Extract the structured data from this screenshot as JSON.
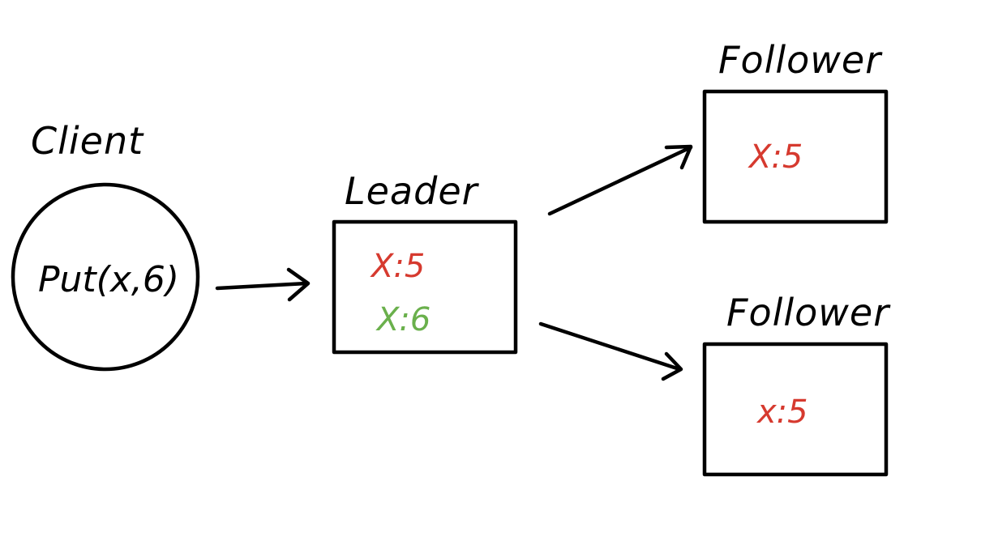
{
  "colors": {
    "ink": "#000000",
    "old_value": "#d63a2f",
    "new_value": "#6ab04c",
    "background": "#ffffff"
  },
  "client": {
    "label": "Client",
    "request": "Put(x,6)"
  },
  "leader": {
    "label": "Leader",
    "values": [
      {
        "text": "X:5",
        "state": "old"
      },
      {
        "text": "X:6",
        "state": "new"
      }
    ]
  },
  "followers": [
    {
      "label": "Follower",
      "values": [
        {
          "text": "X:5",
          "state": "old"
        }
      ]
    },
    {
      "label": "Follower",
      "values": [
        {
          "text": "x:5",
          "state": "old"
        }
      ]
    }
  ]
}
